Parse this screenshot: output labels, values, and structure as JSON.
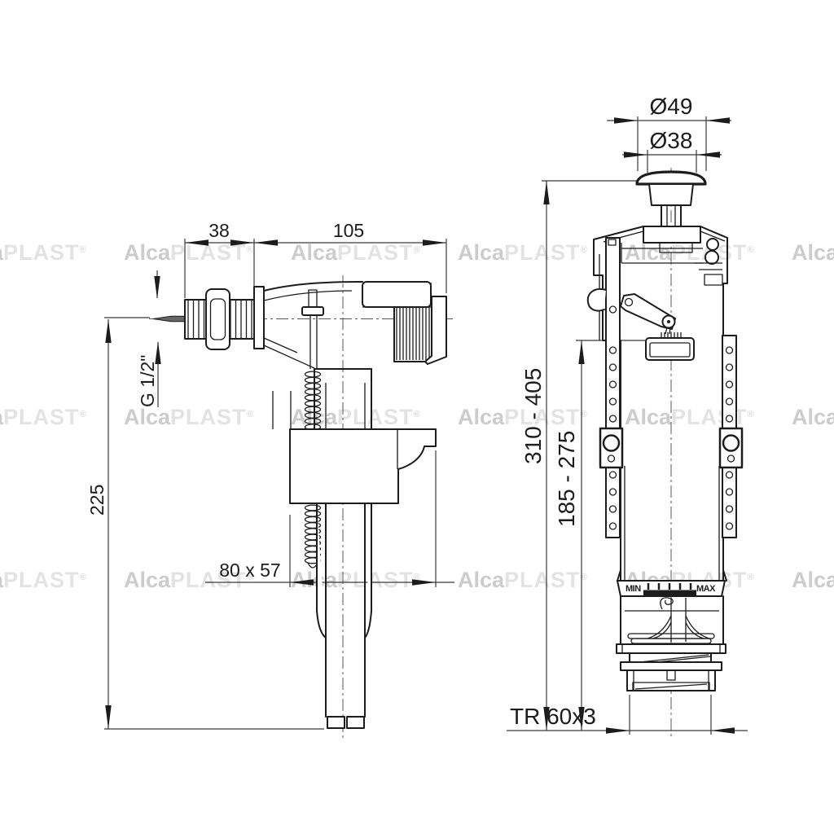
{
  "watermark": {
    "alca": "Alca",
    "plast": "PLAST",
    "reg": "®"
  },
  "fill_valve": {
    "dim_inlet_offset": "38",
    "dim_body_length": "105",
    "dim_height": "225",
    "dim_thread": "G 1/2\"",
    "dim_float": "80 x 57"
  },
  "flush_valve": {
    "dim_button_outer": "Ø49",
    "dim_button_inner": "Ø38",
    "dim_total_height": "310 - 405",
    "dim_adjust_height": "185 - 275",
    "dim_thread": "TR 60x3",
    "label_min": "MIN",
    "label_max": "MAX"
  }
}
